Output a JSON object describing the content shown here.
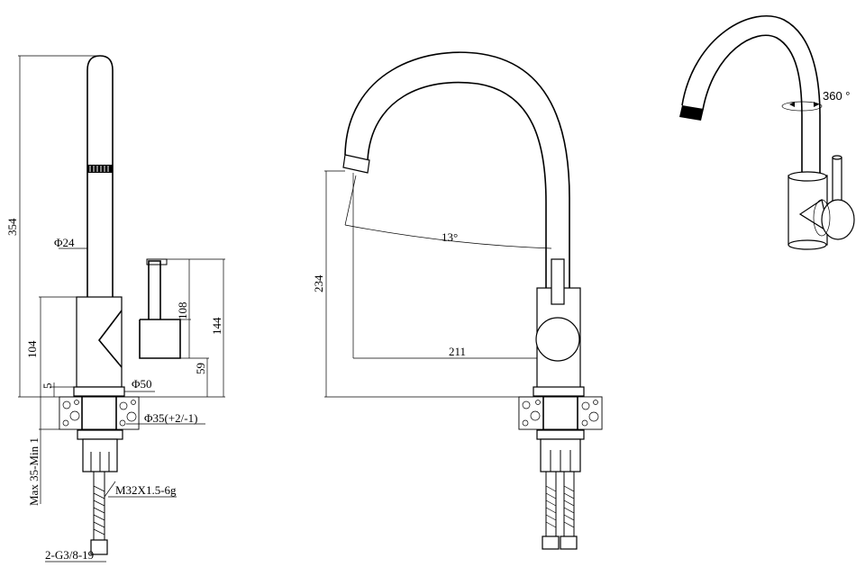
{
  "side_view": {
    "height_total": "354",
    "spout_diameter": "Φ24",
    "body_height": "104",
    "lever_height": "108",
    "lever_total": "144",
    "lever_offset": "59",
    "base_step": "5",
    "base_diameter": "Φ50",
    "hole_diameter": "Φ35(+2/-1)",
    "countertop": "Max 35-Min 1",
    "thread": "M32X1.5-6g",
    "hose": "2-G3/8-19"
  },
  "front_view": {
    "angle": "13°",
    "spout_height": "234",
    "reach": "211"
  },
  "iso_view": {
    "rotation": "360 °"
  }
}
